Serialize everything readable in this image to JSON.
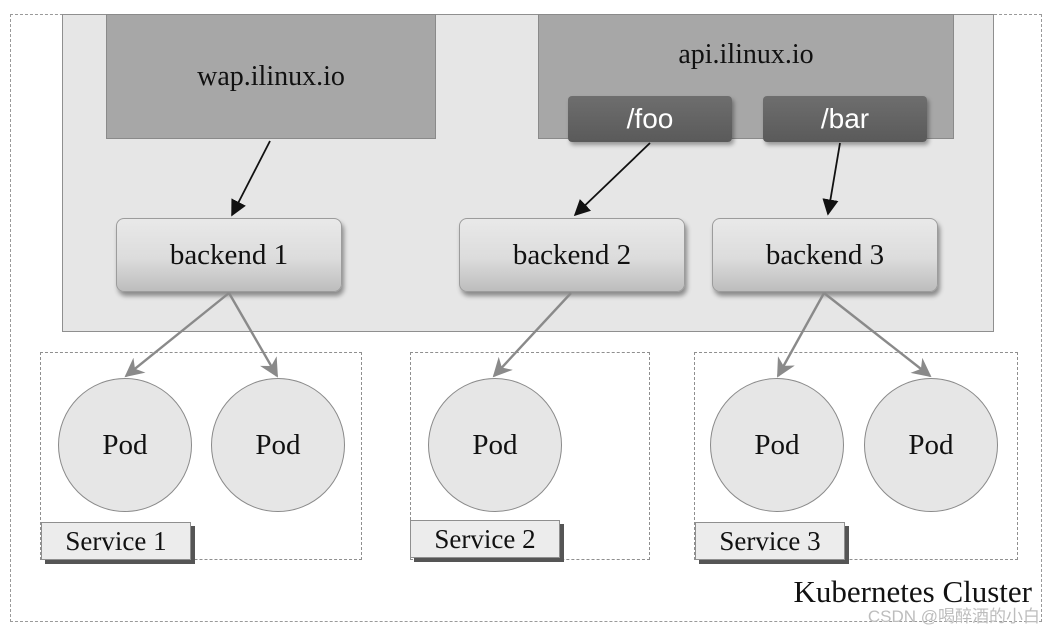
{
  "cluster": {
    "label": "Kubernetes Cluster"
  },
  "hosts": [
    {
      "name": "wap.ilinux.io"
    },
    {
      "name": "api.ilinux.io",
      "paths": [
        "/foo",
        "/bar"
      ]
    }
  ],
  "backends": [
    "backend 1",
    "backend 2",
    "backend 3"
  ],
  "services": [
    {
      "label": "Service 1",
      "pods": [
        "Pod",
        "Pod"
      ]
    },
    {
      "label": "Service 2",
      "pods": [
        "Pod"
      ]
    },
    {
      "label": "Service 3",
      "pods": [
        "Pod",
        "Pod"
      ]
    }
  ],
  "watermark": "CSDN @喝醉酒的小白"
}
